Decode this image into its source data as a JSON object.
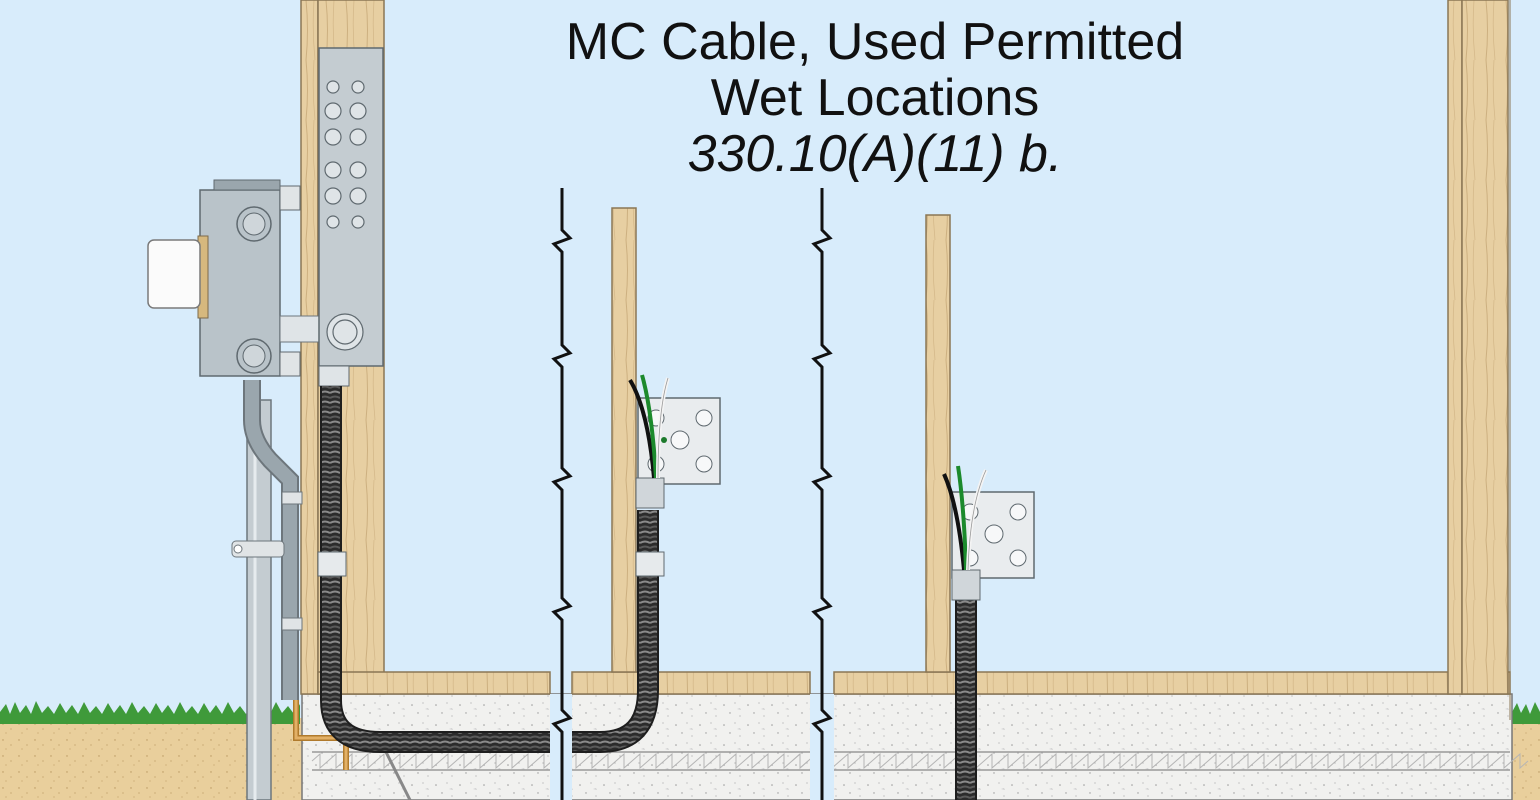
{
  "title": {
    "line1": "MC Cable, Used Permitted",
    "line2": "Wet Locations",
    "reference": "330.10(A)(11) b."
  },
  "colors": {
    "sky": "#d8ecfb",
    "wood": "#e7cfa2",
    "concrete": "#f1f1ef",
    "soil": "#e9cf9c",
    "grass": "#3f9a3a",
    "metal": "#b9c3c9",
    "cable": "#2b2b2b",
    "ground_wire": "#2f8a2f"
  }
}
